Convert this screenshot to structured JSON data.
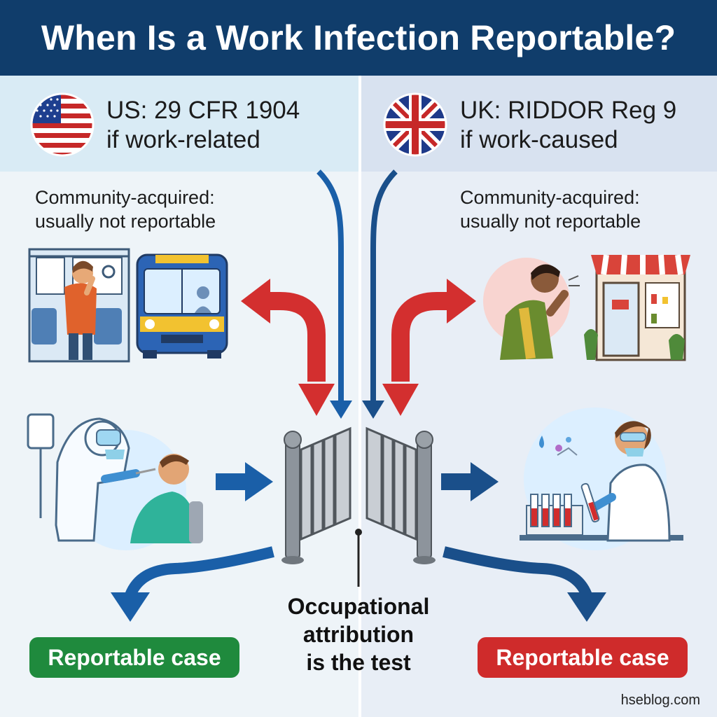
{
  "title": "When Is a Work Infection Reportable?",
  "left": {
    "flag_icon": "us-flag-icon",
    "rule_line1": "US: 29 CFR 1904",
    "rule_line2": "if work-related",
    "note_line1": "Community-acquired:",
    "note_line2": "usually not reportable",
    "badge": "Reportable case",
    "badge_color": "#1f8a3d",
    "arrow_color": "#1a5fa8",
    "community_scene_icon": "bus-commuter-coughing-icon",
    "work_scene_icon": "healthcare-worker-swab-test-icon"
  },
  "right": {
    "flag_icon": "uk-flag-icon",
    "rule_line1": "UK: RIDDOR Reg 9",
    "rule_line2": "if work-caused",
    "note_line1": "Community-acquired:",
    "note_line2": "usually not reportable",
    "badge": "Reportable case",
    "badge_color": "#cf2b2b",
    "arrow_color": "#1a4f8a",
    "community_scene_icon": "shop-customer-coughing-icon",
    "work_scene_icon": "lab-scientist-sample-icon"
  },
  "center": {
    "gate_icon": "gate-icon",
    "test_line1": "Occupational",
    "test_line2": "attribution",
    "test_line3": "is the test"
  },
  "credit": "hseblog.com",
  "colors": {
    "title_bg": "#103d6b",
    "turn_arrow": "#d32f2f",
    "flow_arrow": "#1a5fa8"
  }
}
